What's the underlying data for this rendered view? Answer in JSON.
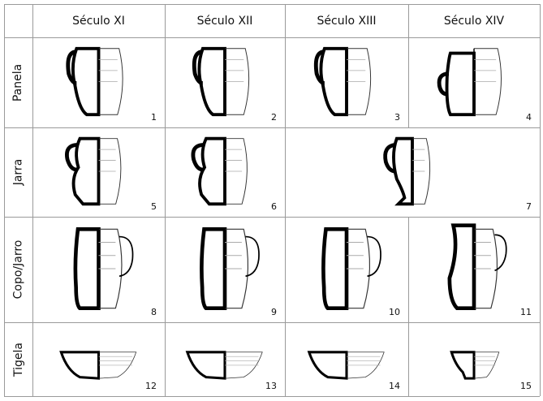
{
  "columns": [
    "Século XI",
    "Século XII",
    "Século XIII",
    "Século XIV"
  ],
  "rows": [
    "Panela",
    "Jarra",
    "Copo/Jarro",
    "Tigela"
  ],
  "cells": [
    {
      "row": 0,
      "col": 0,
      "span": 1,
      "label": "1",
      "type": "panela"
    },
    {
      "row": 0,
      "col": 1,
      "span": 1,
      "label": "2",
      "type": "panela"
    },
    {
      "row": 0,
      "col": 2,
      "span": 1,
      "label": "3",
      "type": "panela"
    },
    {
      "row": 0,
      "col": 3,
      "span": 1,
      "label": "4",
      "type": "panela-wide"
    },
    {
      "row": 1,
      "col": 0,
      "span": 1,
      "label": "5",
      "type": "jarra"
    },
    {
      "row": 1,
      "col": 1,
      "span": 1,
      "label": "6",
      "type": "jarra"
    },
    {
      "row": 1,
      "col": 2,
      "span": 2,
      "label": "7",
      "type": "jarra-foot"
    },
    {
      "row": 2,
      "col": 0,
      "span": 1,
      "label": "8",
      "type": "copo"
    },
    {
      "row": 2,
      "col": 1,
      "span": 1,
      "label": "9",
      "type": "copo"
    },
    {
      "row": 2,
      "col": 2,
      "span": 1,
      "label": "10",
      "type": "copo"
    },
    {
      "row": 2,
      "col": 3,
      "span": 1,
      "label": "11",
      "type": "jarro-tall"
    },
    {
      "row": 3,
      "col": 0,
      "span": 1,
      "label": "12",
      "type": "tigela"
    },
    {
      "row": 3,
      "col": 1,
      "span": 1,
      "label": "13",
      "type": "tigela"
    },
    {
      "row": 3,
      "col": 2,
      "span": 1,
      "label": "14",
      "type": "tigela"
    },
    {
      "row": 3,
      "col": 3,
      "span": 1,
      "label": "15",
      "type": "tigela-foot"
    }
  ]
}
